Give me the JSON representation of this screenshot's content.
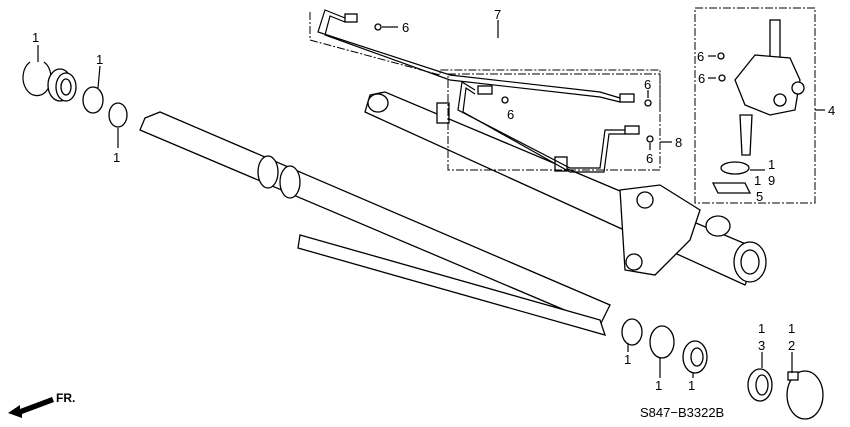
{
  "diagram": {
    "callouts": {
      "snap_ring": "1",
      "seal_top_left": "1",
      "oring_top_left": "1",
      "pipe_assembly": "7",
      "oring_pipe_a": "6",
      "oring_pipe_b": "6",
      "oring_pipe_c": "6",
      "pipe_set": "8",
      "oring_pipe_d": "6",
      "valve_oring_a": "6",
      "valve_oring_b": "6",
      "valve_body": "4",
      "valve_seal_top": "1",
      "valve_seal_mid": "1",
      "valve_seal_9": "9",
      "valve_gasket": "5",
      "end_oring": "1",
      "end_seal": "1",
      "end_bushing": "1",
      "boot_13_top": "1",
      "boot_13_bottom": "3",
      "clamp_12_top": "1",
      "clamp_12_bottom": "2"
    },
    "direction_label": "FR.",
    "diagram_code": "S847−B3322B"
  }
}
